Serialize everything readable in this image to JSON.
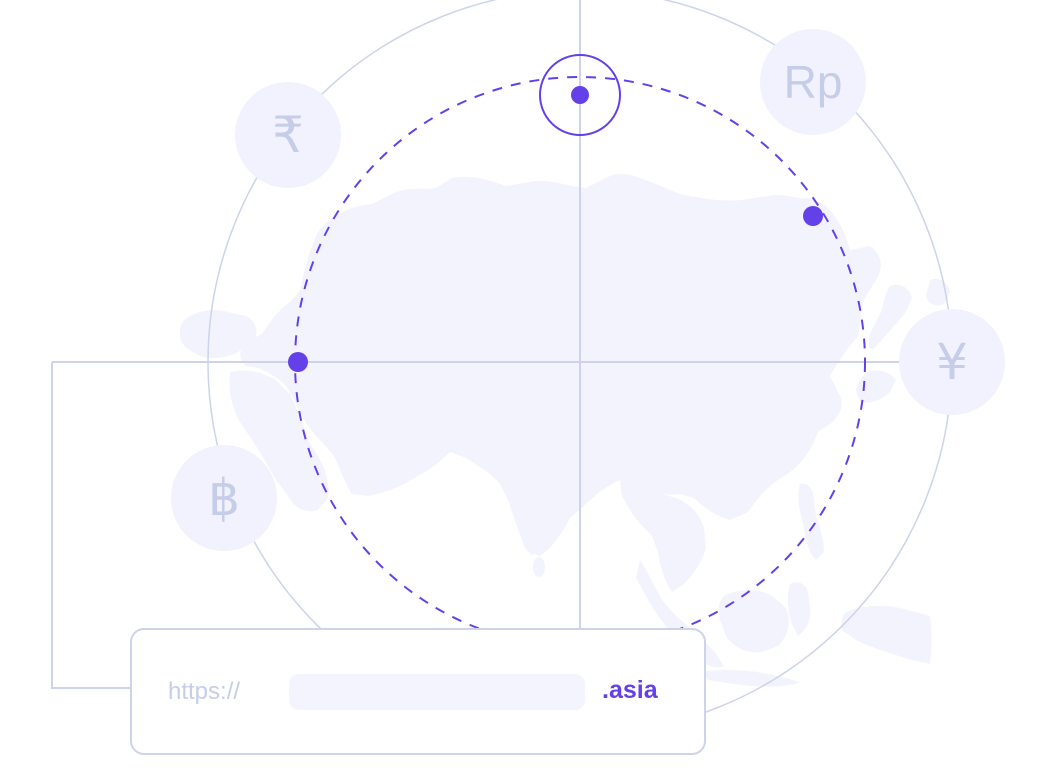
{
  "colors": {
    "accent": "#6440e8",
    "line": "#cdd3eb",
    "map_fill": "#f3f3fe",
    "currency_bg": "#f1f2fd",
    "currency_glyph": "#c6cde9"
  },
  "currencies": [
    {
      "symbol": "₹",
      "name": "indian-rupee"
    },
    {
      "symbol": "Rp",
      "name": "indonesian-rupiah"
    },
    {
      "symbol": "¥",
      "name": "yen"
    },
    {
      "symbol": "฿",
      "name": "thai-baht"
    }
  ],
  "url_bar": {
    "prefix": "https://",
    "input_value": "",
    "input_placeholder": "",
    "tld": ".asia"
  },
  "map": {
    "region": "Asia",
    "markers": 3,
    "highlighted_marker": "top"
  }
}
